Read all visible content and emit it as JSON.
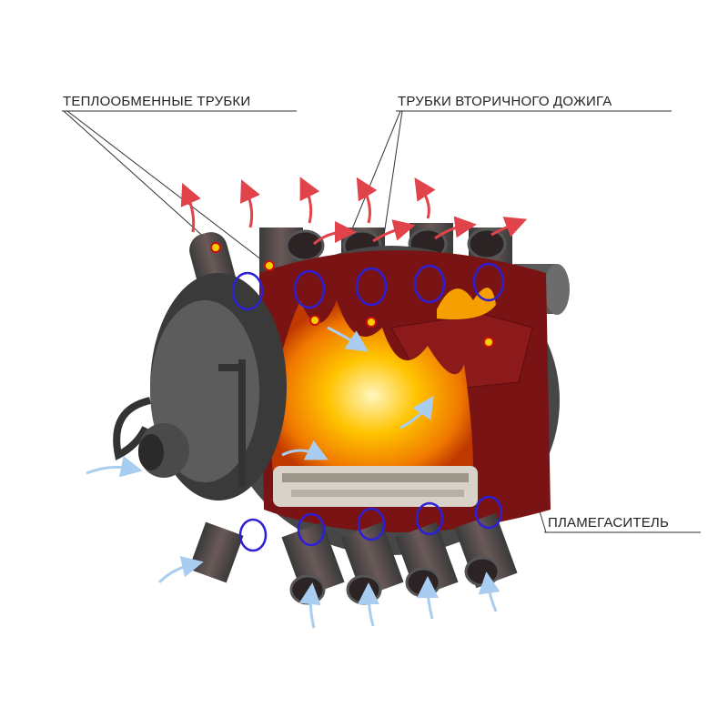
{
  "labels": {
    "heat_exchange_tubes": "ТЕПЛООБМЕННЫЕ ТРУБКИ",
    "secondary_combustion_tubes": "ТРУБКИ ВТОРИЧНОГО ДОЖИГА",
    "flame_arrester": "ПЛАМЕГАСИТЕЛЬ"
  },
  "colors": {
    "body": "#4a4a4a",
    "firebox": "#7a1414",
    "flame": "#f5a000",
    "tube_marker": "#2d1fd6",
    "hot_air": "#e0434a",
    "cold_air": "#a9cdf0",
    "nozzle_dot": "#f5d000"
  }
}
